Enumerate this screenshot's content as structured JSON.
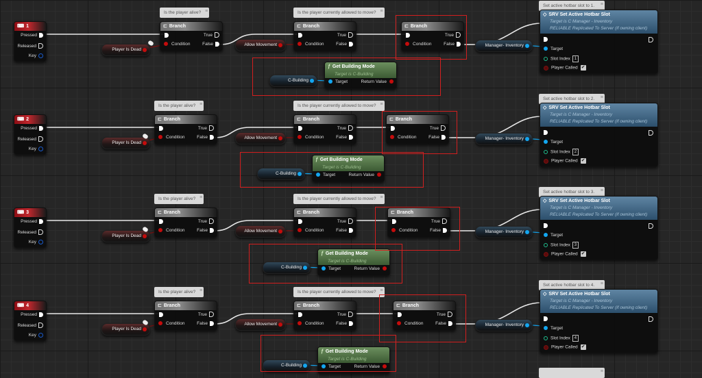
{
  "app": "Blueprint Event Graph",
  "rows": [
    {
      "key": "1",
      "key_pins": {
        "pressed": "Pressed",
        "released": "Released",
        "key": "Key"
      },
      "player_is_dead": "Player Is Dead",
      "alive_comment": "Is the player alive?",
      "branch1": {
        "title": "Branch",
        "true": "True",
        "false": "False",
        "condition": "Condition"
      },
      "allow_movement": "Allow Movement",
      "move_comment": "Is the player currently allowed to move?",
      "branch2": {
        "title": "Branch",
        "true": "True",
        "false": "False",
        "condition": "Condition"
      },
      "branch3": {
        "title": "Branch",
        "true": "True",
        "false": "False",
        "condition": "Condition"
      },
      "c_building": "C-Building",
      "get_building": {
        "title": "Get Building Mode",
        "subtitle": "Target is C-Building",
        "target": "Target",
        "return": "Return Value"
      },
      "manager_inventory": "Manager- Inventory",
      "hotbar_comment": "Set active hotbar slot to 1.",
      "srv": {
        "title": "SRV Set Active Hotbar Slot",
        "sub1": "Target is C Manager - Inventory",
        "sub2": "RELIABLE Replicated To Server (if owning client)",
        "target": "Target",
        "slot_index_label": "Slot Index",
        "slot_index": "1",
        "player_called_label": "Player Called",
        "player_called": true
      }
    },
    {
      "key": "2",
      "key_pins": {
        "pressed": "Pressed",
        "released": "Released",
        "key": "Key"
      },
      "player_is_dead": "Player Is Dead",
      "alive_comment": "Is the player alive?",
      "branch1": {
        "title": "Branch",
        "true": "True",
        "false": "False",
        "condition": "Condition"
      },
      "allow_movement": "Allow Movement",
      "move_comment": "Is the player currently allowed to move?",
      "branch2": {
        "title": "Branch",
        "true": "True",
        "false": "False",
        "condition": "Condition"
      },
      "branch3": {
        "title": "Branch",
        "true": "True",
        "false": "False",
        "condition": "Condition"
      },
      "c_building": "C-Building",
      "get_building": {
        "title": "Get Building Mode",
        "subtitle": "Target is C-Building",
        "target": "Target",
        "return": "Return Value"
      },
      "manager_inventory": "Manager- Inventory",
      "hotbar_comment": "Set active hotbar slot to 2.",
      "srv": {
        "title": "SRV Set Active Hotbar Slot",
        "sub1": "Target is C Manager - Inventory",
        "sub2": "RELIABLE Replicated To Server (if owning client)",
        "target": "Target",
        "slot_index_label": "Slot Index",
        "slot_index": "2",
        "player_called_label": "Player Called",
        "player_called": true
      }
    },
    {
      "key": "3",
      "key_pins": {
        "pressed": "Pressed",
        "released": "Released",
        "key": "Key"
      },
      "player_is_dead": "Player Is Dead",
      "alive_comment": "Is the player alive?",
      "branch1": {
        "title": "Branch",
        "true": "True",
        "false": "False",
        "condition": "Condition"
      },
      "allow_movement": "Allow Movement",
      "move_comment": "Is the player currently allowed to move?",
      "branch2": {
        "title": "Branch",
        "true": "True",
        "false": "False",
        "condition": "Condition"
      },
      "branch3": {
        "title": "Branch",
        "true": "True",
        "false": "False",
        "condition": "Condition"
      },
      "c_building": "C-Building",
      "get_building": {
        "title": "Get Building Mode",
        "subtitle": "Target is C-Building",
        "target": "Target",
        "return": "Return Value"
      },
      "manager_inventory": "Manager- Inventory",
      "hotbar_comment": "Set active hotbar slot to 3.",
      "srv": {
        "title": "SRV Set Active Hotbar Slot",
        "sub1": "Target is C Manager - Inventory",
        "sub2": "RELIABLE Replicated To Server (if owning client)",
        "target": "Target",
        "slot_index_label": "Slot Index",
        "slot_index": "3",
        "player_called_label": "Player Called",
        "player_called": true
      }
    },
    {
      "key": "4",
      "key_pins": {
        "pressed": "Pressed",
        "released": "Released",
        "key": "Key"
      },
      "player_is_dead": "Player Is Dead",
      "alive_comment": "Is the player alive?",
      "branch1": {
        "title": "Branch",
        "true": "True",
        "false": "False",
        "condition": "Condition"
      },
      "allow_movement": "Allow Movement",
      "move_comment": "Is the player currently allowed to move?",
      "branch2": {
        "title": "Branch",
        "true": "True",
        "false": "False",
        "condition": "Condition"
      },
      "branch3": {
        "title": "Branch",
        "true": "True",
        "false": "False",
        "condition": "Condition"
      },
      "c_building": "C-Building",
      "get_building": {
        "title": "Get Building Mode",
        "subtitle": "Target is C-Building",
        "target": "Target",
        "return": "Return Value"
      },
      "manager_inventory": "Manager- Inventory",
      "hotbar_comment": "Set active hotbar slot to 4.",
      "srv": {
        "title": "SRV Set Active Hotbar Slot",
        "sub1": "Target is C Manager - Inventory",
        "sub2": "RELIABLE Replicated To Server (if owning client)",
        "target": "Target",
        "slot_index_label": "Slot Index",
        "slot_index": "4",
        "player_called_label": "Player Called",
        "player_called": true
      }
    }
  ],
  "icons": {
    "keyboard": "keyboard-icon",
    "branch": "branch-icon",
    "function": "function-icon",
    "event": "event-icon",
    "checkmark": "✔"
  },
  "colors": {
    "selection": "#d31f1f",
    "bool_pin": "#c40c0c",
    "object_pin": "#13a6f0",
    "int_pin": "#1fbf8f",
    "key_header": "#c0272d",
    "branch_header": "#8a8a8a",
    "func_header": "#4f7344",
    "srv_header": "#3d6383"
  }
}
